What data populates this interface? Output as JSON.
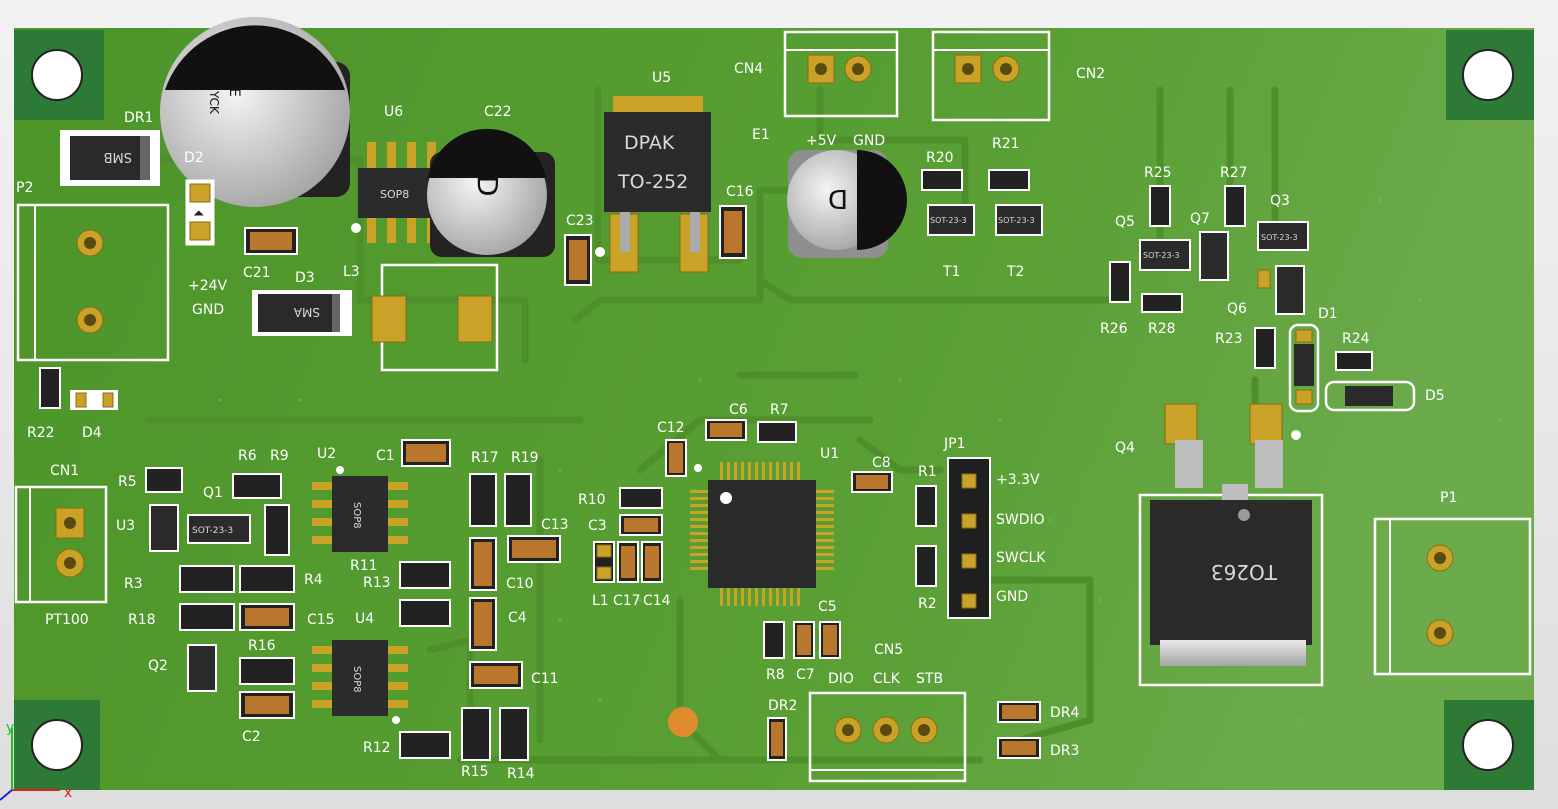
{
  "board": {
    "colors": {
      "board": "#4f9a2c",
      "board_light": "#6aa848",
      "pad": "#c9a227",
      "silk": "#ffffff",
      "chip": "#2b2b2b",
      "trace": "#4e8f2c"
    },
    "axis": {
      "x": "x",
      "y": "y"
    }
  },
  "labels": {
    "P2": "P2",
    "DR1": "DR1",
    "SMB": "SMB",
    "D2": "D2",
    "U6": "U6",
    "C22": "C22",
    "SOP8": "SOP8",
    "U5": "U5",
    "DPAK": "DPAK",
    "TO252": "TO-252",
    "CN4": "CN4",
    "CN2": "CN2",
    "E1": "E1",
    "P5V": "+5V",
    "GND": "GND",
    "C16": "C16",
    "C23": "C23",
    "C21": "C21",
    "D3": "D3",
    "L3": "L3",
    "SMA": "SMA",
    "P24V": "+24V",
    "R20": "R20",
    "R21": "R21",
    "T1": "T1",
    "T2": "T2",
    "SOT233": "SOT-23-3",
    "R25": "R25",
    "R27": "R27",
    "Q5": "Q5",
    "Q7": "Q7",
    "Q3": "Q3",
    "Q6": "Q6",
    "D1": "D1",
    "R26": "R26",
    "R28": "R28",
    "R23": "R23",
    "R24": "R24",
    "D5": "D5",
    "Q4": "Q4",
    "P1": "P1",
    "TO263": "TO263",
    "R22": "R22",
    "D4": "D4",
    "CN1": "CN1",
    "PT100": "PT100",
    "R5": "R5",
    "R6": "R6",
    "R9": "R9",
    "U2": "U2",
    "C1": "C1",
    "Q1": "Q1",
    "U3": "U3",
    "R11": "R11",
    "R3": "R3",
    "R4": "R4",
    "R13": "R13",
    "R18": "R18",
    "C15": "C15",
    "U4": "U4",
    "R16": "R16",
    "Q2": "Q2",
    "C2": "C2",
    "R12": "R12",
    "R15": "R15",
    "R14": "R14",
    "R17": "R17",
    "R19": "R19",
    "C13": "C13",
    "C10": "C10",
    "C4": "C4",
    "C11": "C11",
    "C12": "C12",
    "C6": "C6",
    "R7": "R7",
    "U1": "U1",
    "C8": "C8",
    "R10": "R10",
    "C3": "C3",
    "L1": "L1",
    "C17": "C17",
    "C14": "C14",
    "JP1": "JP1",
    "R1": "R1",
    "R2": "R2",
    "V33": "+3.3V",
    "SWDIO": "SWDIO",
    "SWCLK": "SWCLK",
    "GND2": "GND",
    "C5": "C5",
    "R8": "R8",
    "C7": "C7",
    "CN5": "CN5",
    "DIO": "DIO",
    "CLK": "CLK",
    "STB": "STB",
    "DR2": "DR2",
    "DR4": "DR4",
    "DR3": "DR3",
    "YCK": "YCK",
    "E": "E",
    "D": "D"
  }
}
